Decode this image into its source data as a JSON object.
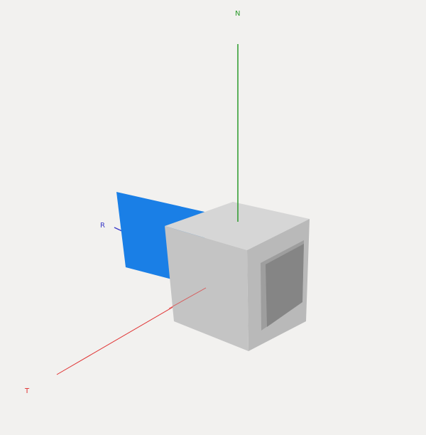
{
  "axes": {
    "n": {
      "label": "N",
      "color": "#2a9a2a"
    },
    "r": {
      "label": "R",
      "color": "#3c3cc8"
    },
    "t": {
      "label": "T",
      "color": "#e03030"
    }
  },
  "colors": {
    "background": "#f2f1ef",
    "panel": "#1a7fe6",
    "cube_top": "#d6d6d6",
    "cube_front": "#c4c4c4",
    "cube_side": "#b9b9b9",
    "side_plate": "#858585",
    "side_plate_edge": "#9e9e9e"
  }
}
